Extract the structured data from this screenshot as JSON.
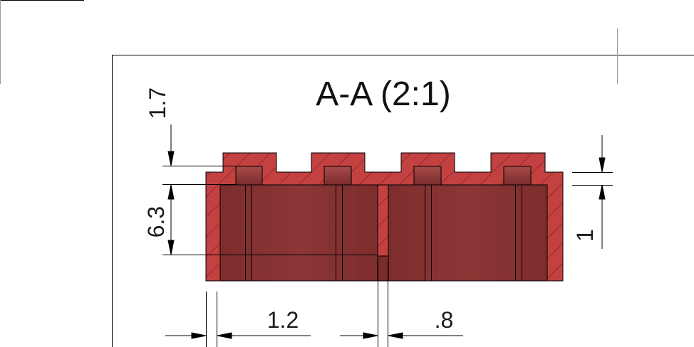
{
  "view": {
    "title": "A-A (2:1)"
  },
  "dimensions": {
    "tab_height": "1.7",
    "body_height": "6.3",
    "wall_thickness": "1.2",
    "rib_thickness": ".8",
    "right_step": "1"
  },
  "colors": {
    "section_fill": "#c44141",
    "section_face": "#8a3434",
    "cavity_dark": "#7a2b2b",
    "line": "#000000",
    "hatch": "#5a1414"
  }
}
